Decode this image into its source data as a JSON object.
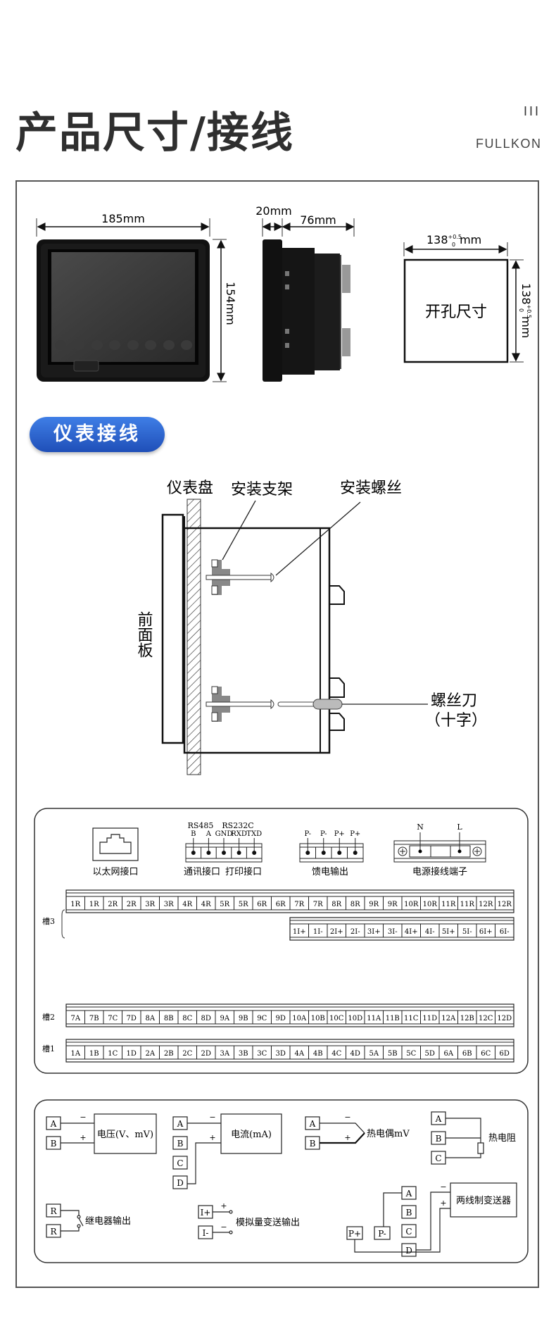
{
  "header": {
    "title": "产品尺寸/接线",
    "brand_mark": "III",
    "brand": "FULLKON"
  },
  "dimensions": {
    "width": "185mm",
    "height": "154mm",
    "depth_front": "20mm",
    "depth_body": "76mm",
    "cutout_base": "138",
    "cutout_tol_upper": "+0.5",
    "cutout_tol_lower": "0",
    "cutout_unit": "mm",
    "cutout_label": "开孔尺寸"
  },
  "section_pill": "仪表接线",
  "mounting": {
    "panel": "仪表盘",
    "bracket": "安装支架",
    "screw": "安装螺丝",
    "front_panel": "前面板",
    "screwdriver": "螺丝刀",
    "screwdriver_type": "（十字）"
  },
  "terminals": {
    "ethernet_label": "以太网接口",
    "rs485": "RS485",
    "rs232": "RS232C",
    "comm_pins": [
      "B",
      "A",
      "GND",
      "RXD",
      "TXD"
    ],
    "comm_label": "通讯接口",
    "print_label": "打印接口",
    "feed_pins": [
      "P-",
      "P-",
      "P+",
      "P+"
    ],
    "feed_label": "馈电输出",
    "power_pins": [
      "N",
      "L"
    ],
    "power_label": "电源接线端子",
    "slot3_label": "槽3",
    "slot3_row1": [
      "1R",
      "1R",
      "2R",
      "2R",
      "3R",
      "3R",
      "4R",
      "4R",
      "5R",
      "5R",
      "6R",
      "6R",
      "7R",
      "7R",
      "8R",
      "8R",
      "9R",
      "9R",
      "10R",
      "10R",
      "11R",
      "11R",
      "12R",
      "12R"
    ],
    "slot3_row2": [
      "1I+",
      "1I-",
      "2I+",
      "2I-",
      "3I+",
      "3I-",
      "4I+",
      "4I-",
      "5I+",
      "5I-",
      "6I+",
      "6I-"
    ],
    "slot2_label": "槽2",
    "slot2": [
      "7A",
      "7B",
      "7C",
      "7D",
      "8A",
      "8B",
      "8C",
      "8D",
      "9A",
      "9B",
      "9C",
      "9D",
      "10A",
      "10B",
      "10C",
      "10D",
      "11A",
      "11B",
      "11C",
      "11D",
      "12A",
      "12B",
      "12C",
      "12D"
    ],
    "slot1_label": "槽1",
    "slot1": [
      "1A",
      "1B",
      "1C",
      "1D",
      "2A",
      "2B",
      "2C",
      "2D",
      "3A",
      "3B",
      "3C",
      "3D",
      "4A",
      "4B",
      "4C",
      "4D",
      "5A",
      "5B",
      "5C",
      "5D",
      "6A",
      "6B",
      "6C",
      "6D"
    ]
  },
  "wiring": {
    "minus": "−",
    "plus": "+",
    "voltage": {
      "label": "电压(V、mV)",
      "pins": [
        "A",
        "B"
      ]
    },
    "current": {
      "label": "电流(mA)",
      "pins": [
        "A",
        "B",
        "C",
        "D"
      ]
    },
    "thermocouple": {
      "label": "热电偶mV",
      "pins": [
        "A",
        "B"
      ]
    },
    "rtd": {
      "label": "热电阻",
      "pins": [
        "A",
        "B",
        "C"
      ]
    },
    "relay": {
      "label": "继电器输出",
      "pins": [
        "R",
        "R"
      ]
    },
    "analog": {
      "label": "模拟量变送输出",
      "pins": [
        "I+",
        "I-"
      ]
    },
    "transmitter": {
      "label": "两线制变送器",
      "pins": [
        "A",
        "B",
        "C",
        "D"
      ],
      "power_pins": [
        "P+",
        "P-"
      ]
    }
  }
}
